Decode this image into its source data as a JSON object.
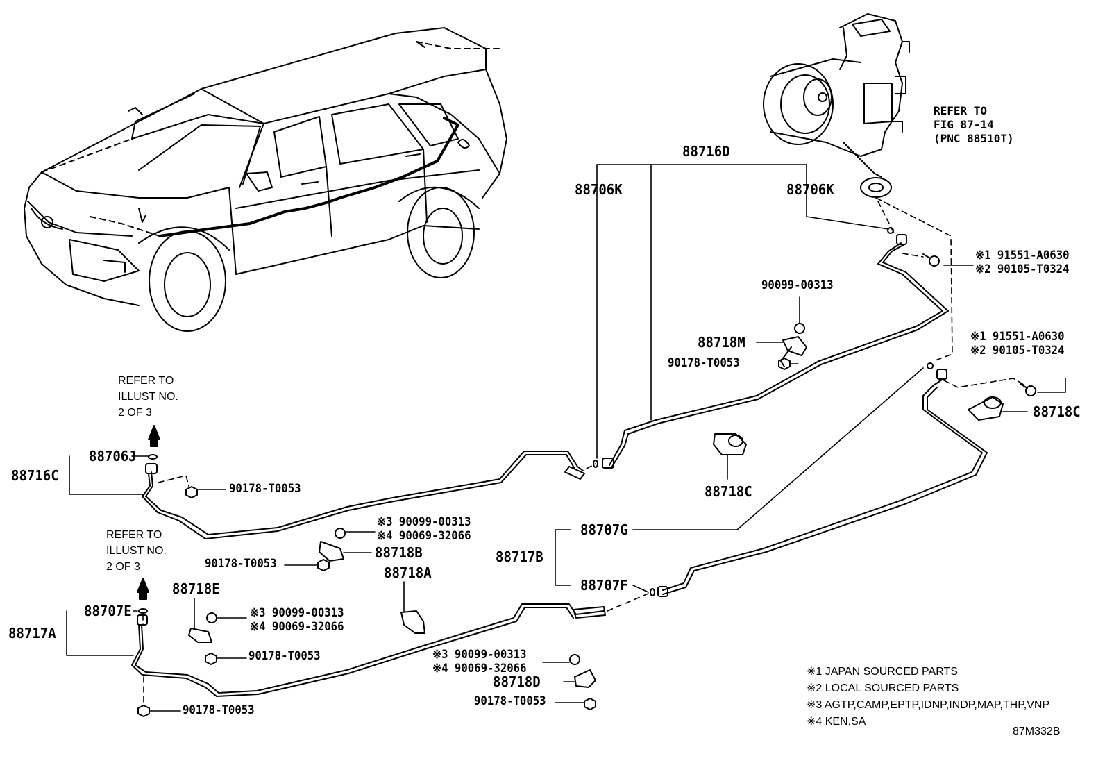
{
  "diagram_code": "87M332B",
  "refer_illust_top": "REFER TO\nILLUST NO.\n2 OF 3",
  "refer_illust_bottom": "REFER TO\nILLUST NO.\n2 OF 3",
  "refer_fig": "REFER TO\nFIG 87-14\n(PNC 88510T)",
  "labels": {
    "p88716D": "88716D",
    "p88706K_left": "88706K",
    "p88706K_right": "88706K",
    "p88716C": "88716C",
    "p88706J": "88706J",
    "p88717A": "88717A",
    "p88707E": "88707E",
    "p88717B": "88717B",
    "p88707G": "88707G",
    "p88707F": "88707F",
    "p88718M": "88718M",
    "p88718C_mid": "88718C",
    "p88718C_right": "88718C",
    "p88718B": "88718B",
    "p88718A": "88718A",
    "p88718E": "88718E",
    "p88718D": "88718D",
    "p90099_mid": "90099-00313",
    "p90178_m": "90178-T0053",
    "p90178_top": "90178-T0053",
    "p90178_b": "90178-T0053",
    "p90178_e": "90178-T0053",
    "p90178_bottom": "90178-T0053",
    "p90178_d": "90178-T0053"
  },
  "bolt_top": [
    "※1 91551-A0630",
    "※2 90105-T0324"
  ],
  "bolt_right": [
    "※1 91551-A0630",
    "※2 90105-T0324"
  ],
  "clip_b": [
    "※3 90099-00313",
    "※4 90069-32066"
  ],
  "clip_e": [
    "※3 90099-00313",
    "※4 90069-32066"
  ],
  "clip_d": [
    "※3 90099-00313",
    "※4 90069-32066"
  ],
  "legend": [
    "※1 JAPAN SOURCED PARTS",
    "※2 LOCAL SOURCED PARTS",
    "※3 AGTP,CAMP,EPTP,IDNP,INDP,MAP,THP,VNP",
    "※4 KEN,SA"
  ]
}
